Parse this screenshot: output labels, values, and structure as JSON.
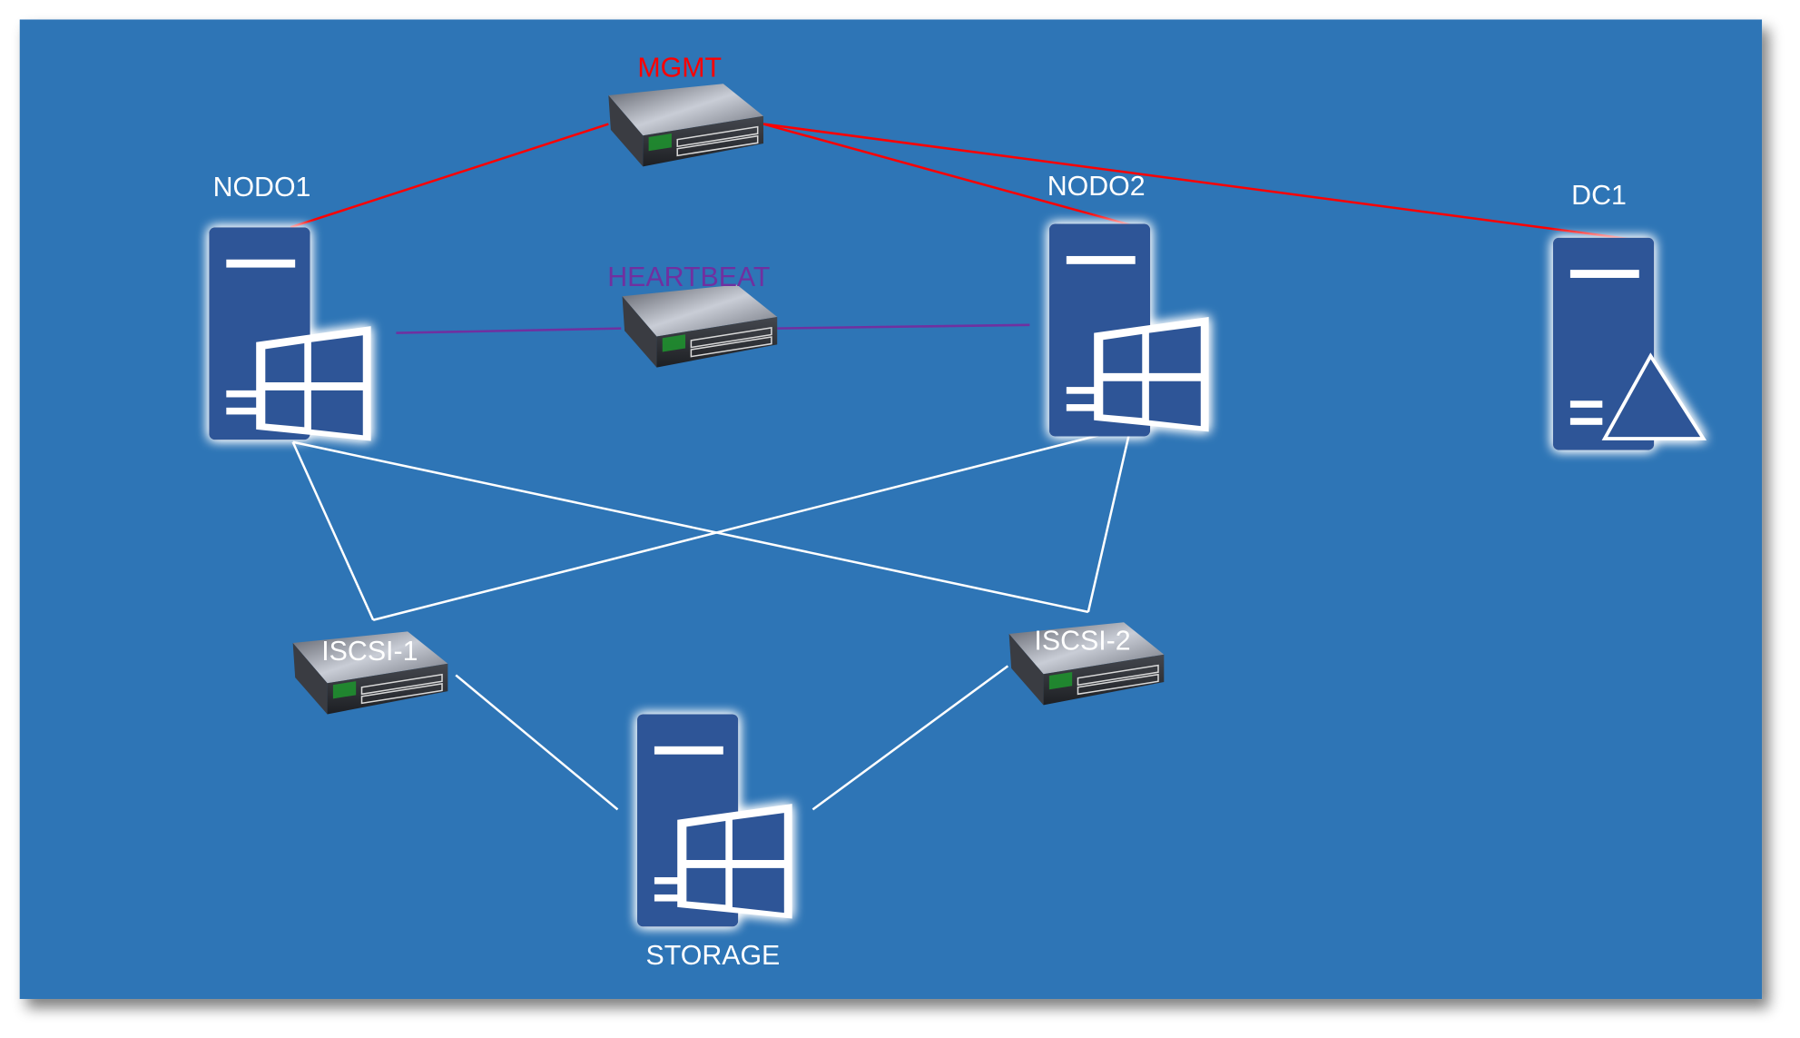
{
  "colors": {
    "background": "#2E75B6",
    "mgmt": "#FF0000",
    "heartbeat": "#7030A0",
    "iscsi": "#FFFFFF",
    "server": "#2F5597"
  },
  "nodes": {
    "mgmt": {
      "label": "MGMT",
      "type": "switch"
    },
    "heartbeat": {
      "label": "HEARTBEAT",
      "type": "switch"
    },
    "nodo1": {
      "label": "NODO1",
      "type": "windows-server"
    },
    "nodo2": {
      "label": "NODO2",
      "type": "windows-server"
    },
    "dc1": {
      "label": "DC1",
      "type": "domain-controller"
    },
    "iscsi1": {
      "label": "ISCSI-1",
      "type": "switch"
    },
    "iscsi2": {
      "label": "ISCSI-2",
      "type": "switch"
    },
    "storage": {
      "label": "STORAGE",
      "type": "windows-server"
    }
  },
  "links": [
    {
      "from": "mgmt",
      "to": "nodo1",
      "network": "mgmt"
    },
    {
      "from": "mgmt",
      "to": "nodo2",
      "network": "mgmt"
    },
    {
      "from": "mgmt",
      "to": "dc1",
      "network": "mgmt"
    },
    {
      "from": "heartbeat",
      "to": "nodo1",
      "network": "heartbeat"
    },
    {
      "from": "heartbeat",
      "to": "nodo2",
      "network": "heartbeat"
    },
    {
      "from": "iscsi1",
      "to": "nodo1",
      "network": "iscsi"
    },
    {
      "from": "iscsi1",
      "to": "nodo2",
      "network": "iscsi"
    },
    {
      "from": "iscsi2",
      "to": "nodo1",
      "network": "iscsi"
    },
    {
      "from": "iscsi2",
      "to": "nodo2",
      "network": "iscsi"
    },
    {
      "from": "iscsi1",
      "to": "storage",
      "network": "iscsi"
    },
    {
      "from": "iscsi2",
      "to": "storage",
      "network": "iscsi"
    }
  ]
}
